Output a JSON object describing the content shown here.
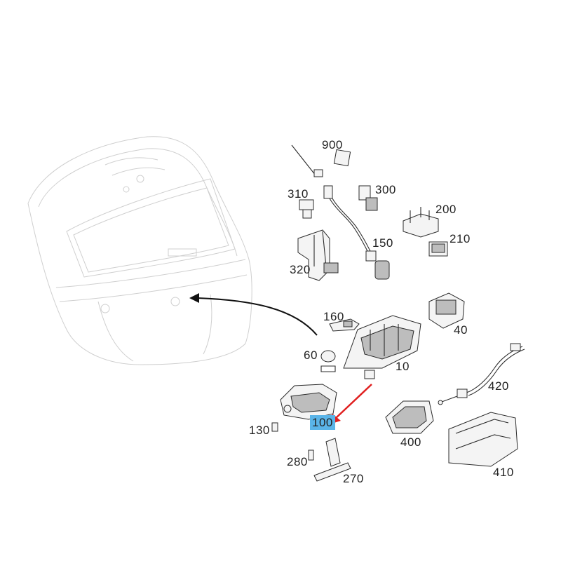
{
  "callouts": {
    "c900": "900",
    "c310": "310",
    "c300": "300",
    "c200": "200",
    "c210": "210",
    "c150": "150",
    "c320": "320",
    "c160": "160",
    "c40": "40",
    "c60": "60",
    "c10": "10",
    "c420": "420",
    "c130": "130",
    "c100": "100",
    "c400": "400",
    "c280": "280",
    "c270": "270",
    "c410": "410"
  },
  "highlight_color": "#5ab4e8",
  "arrow_color": "#e02020"
}
